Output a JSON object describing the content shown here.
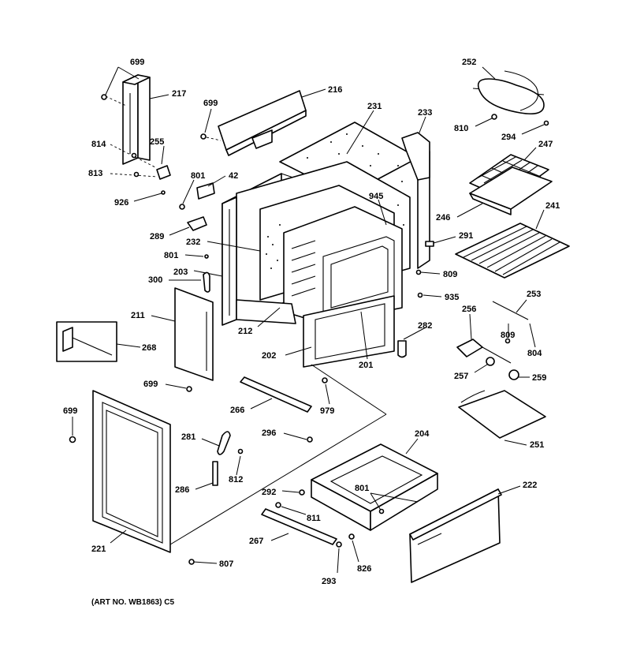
{
  "diagram": {
    "art_number": "(ART NO. WB1863) C5",
    "callouts": [
      {
        "id": "c-699-a",
        "label": "699"
      },
      {
        "id": "c-217",
        "label": "217"
      },
      {
        "id": "c-699-b",
        "label": "699"
      },
      {
        "id": "c-216",
        "label": "216"
      },
      {
        "id": "c-231",
        "label": "231"
      },
      {
        "id": "c-233",
        "label": "233"
      },
      {
        "id": "c-252",
        "label": "252"
      },
      {
        "id": "c-810",
        "label": "810"
      },
      {
        "id": "c-294",
        "label": "294"
      },
      {
        "id": "c-814",
        "label": "814"
      },
      {
        "id": "c-255",
        "label": "255"
      },
      {
        "id": "c-813",
        "label": "813"
      },
      {
        "id": "c-801-a",
        "label": "801"
      },
      {
        "id": "c-42",
        "label": "42"
      },
      {
        "id": "c-926",
        "label": "926"
      },
      {
        "id": "c-247",
        "label": "247"
      },
      {
        "id": "c-945",
        "label": "945"
      },
      {
        "id": "c-246",
        "label": "246"
      },
      {
        "id": "c-241",
        "label": "241"
      },
      {
        "id": "c-289",
        "label": "289"
      },
      {
        "id": "c-232",
        "label": "232"
      },
      {
        "id": "c-291",
        "label": "291"
      },
      {
        "id": "c-801-b",
        "label": "801"
      },
      {
        "id": "c-203",
        "label": "203"
      },
      {
        "id": "c-809-a",
        "label": "809"
      },
      {
        "id": "c-300",
        "label": "300"
      },
      {
        "id": "c-935",
        "label": "935"
      },
      {
        "id": "c-253",
        "label": "253"
      },
      {
        "id": "c-211",
        "label": "211"
      },
      {
        "id": "c-256",
        "label": "256"
      },
      {
        "id": "c-212",
        "label": "212"
      },
      {
        "id": "c-282",
        "label": "282"
      },
      {
        "id": "c-809-b",
        "label": "809"
      },
      {
        "id": "c-268",
        "label": "268"
      },
      {
        "id": "c-804",
        "label": "804"
      },
      {
        "id": "c-202",
        "label": "202"
      },
      {
        "id": "c-201",
        "label": "201"
      },
      {
        "id": "c-257",
        "label": "257"
      },
      {
        "id": "c-259",
        "label": "259"
      },
      {
        "id": "c-699-c",
        "label": "699"
      },
      {
        "id": "c-266",
        "label": "266"
      },
      {
        "id": "c-979",
        "label": "979"
      },
      {
        "id": "c-699-d",
        "label": "699"
      },
      {
        "id": "c-251",
        "label": "251"
      },
      {
        "id": "c-281",
        "label": "281"
      },
      {
        "id": "c-296",
        "label": "296"
      },
      {
        "id": "c-204",
        "label": "204"
      },
      {
        "id": "c-812",
        "label": "812"
      },
      {
        "id": "c-222",
        "label": "222"
      },
      {
        "id": "c-292",
        "label": "292"
      },
      {
        "id": "c-801-c",
        "label": "801"
      },
      {
        "id": "c-286",
        "label": "286"
      },
      {
        "id": "c-811",
        "label": "811"
      },
      {
        "id": "c-267",
        "label": "267"
      },
      {
        "id": "c-221",
        "label": "221"
      },
      {
        "id": "c-807",
        "label": "807"
      },
      {
        "id": "c-826",
        "label": "826"
      },
      {
        "id": "c-293",
        "label": "293"
      }
    ]
  }
}
